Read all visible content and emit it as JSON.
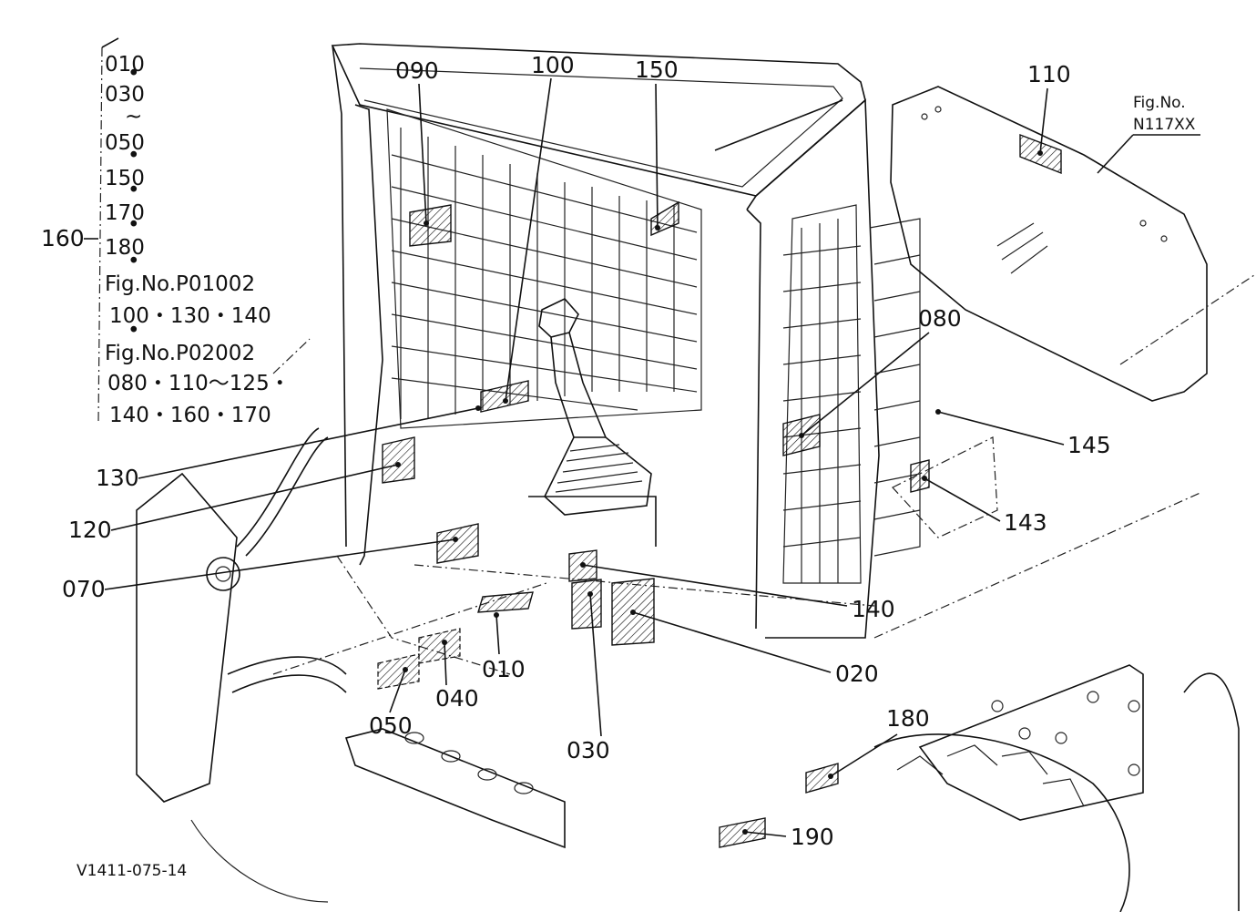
{
  "notes": {
    "part_numbers": [
      "010",
      "030",
      "~",
      "050",
      "150",
      "170",
      "180"
    ],
    "group_label": "160",
    "refs": [
      "Fig.No.P01002",
      "100・130・140",
      "Fig.No.P02002",
      "080・110〜125・",
      "140・160・170"
    ]
  },
  "callouts": {
    "c090": "090",
    "c100": "100",
    "c150": "150",
    "c110": "110",
    "c080": "080",
    "c145": "145",
    "c143": "143",
    "c130": "130",
    "c120": "120",
    "c070": "070",
    "c140": "140",
    "c020": "020",
    "c010": "010",
    "c040": "040",
    "c050": "050",
    "c030": "030",
    "c180": "180",
    "c190": "190"
  },
  "fig_ref": {
    "line1": "Fig.No.",
    "line2": "N117XX"
  },
  "drawing_id": "V1411-075-14"
}
